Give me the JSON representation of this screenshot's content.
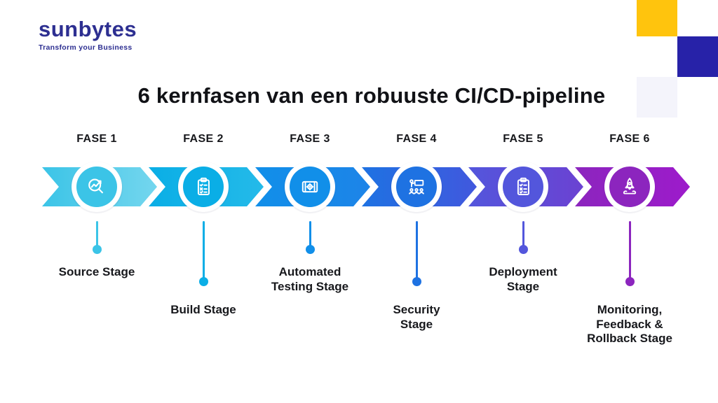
{
  "brand": {
    "name": "sunbytes",
    "tagline": "Transform your Business",
    "color": "#2D2F91"
  },
  "title": "6 kernfasen van een robuuste CI/CD-pipeline",
  "decor": {
    "yellow_square": "#FFC40D",
    "blue_square": "#2722A8",
    "lavender_square": "#F4F4FB"
  },
  "phases": [
    {
      "fase": "FASE 1",
      "stage_lines": [
        "Source Stage"
      ],
      "icon": "search-trend-icon",
      "color": "#3BC4E7",
      "color2": "#74D6EE"
    },
    {
      "fase": "FASE 2",
      "stage_lines": [
        "Build Stage"
      ],
      "icon": "clipboard-checklist-icon",
      "color": "#0AAEE6",
      "color2": "#24BAE9"
    },
    {
      "fase": "FASE 3",
      "stage_lines": [
        "Automated",
        "Testing Stage"
      ],
      "icon": "blueprint-gear-icon",
      "color": "#118FE9",
      "color2": "#1D84E8"
    },
    {
      "fase": "FASE 4",
      "stage_lines": [
        "Security",
        "Stage"
      ],
      "icon": "training-presentation-icon",
      "color": "#1E72E2",
      "color2": "#4158DE"
    },
    {
      "fase": "FASE 5",
      "stage_lines": [
        "Deployment",
        "Stage"
      ],
      "icon": "clipboard-checklist-icon",
      "color": "#5356DC",
      "color2": "#6B42D2"
    },
    {
      "fase": "FASE 6",
      "stage_lines": [
        "Monitoring,",
        "Feedback &",
        "Rollback Stage"
      ],
      "icon": "rocket-launch-icon",
      "color": "#8C25BE",
      "color2": "#9D1BCB"
    }
  ]
}
